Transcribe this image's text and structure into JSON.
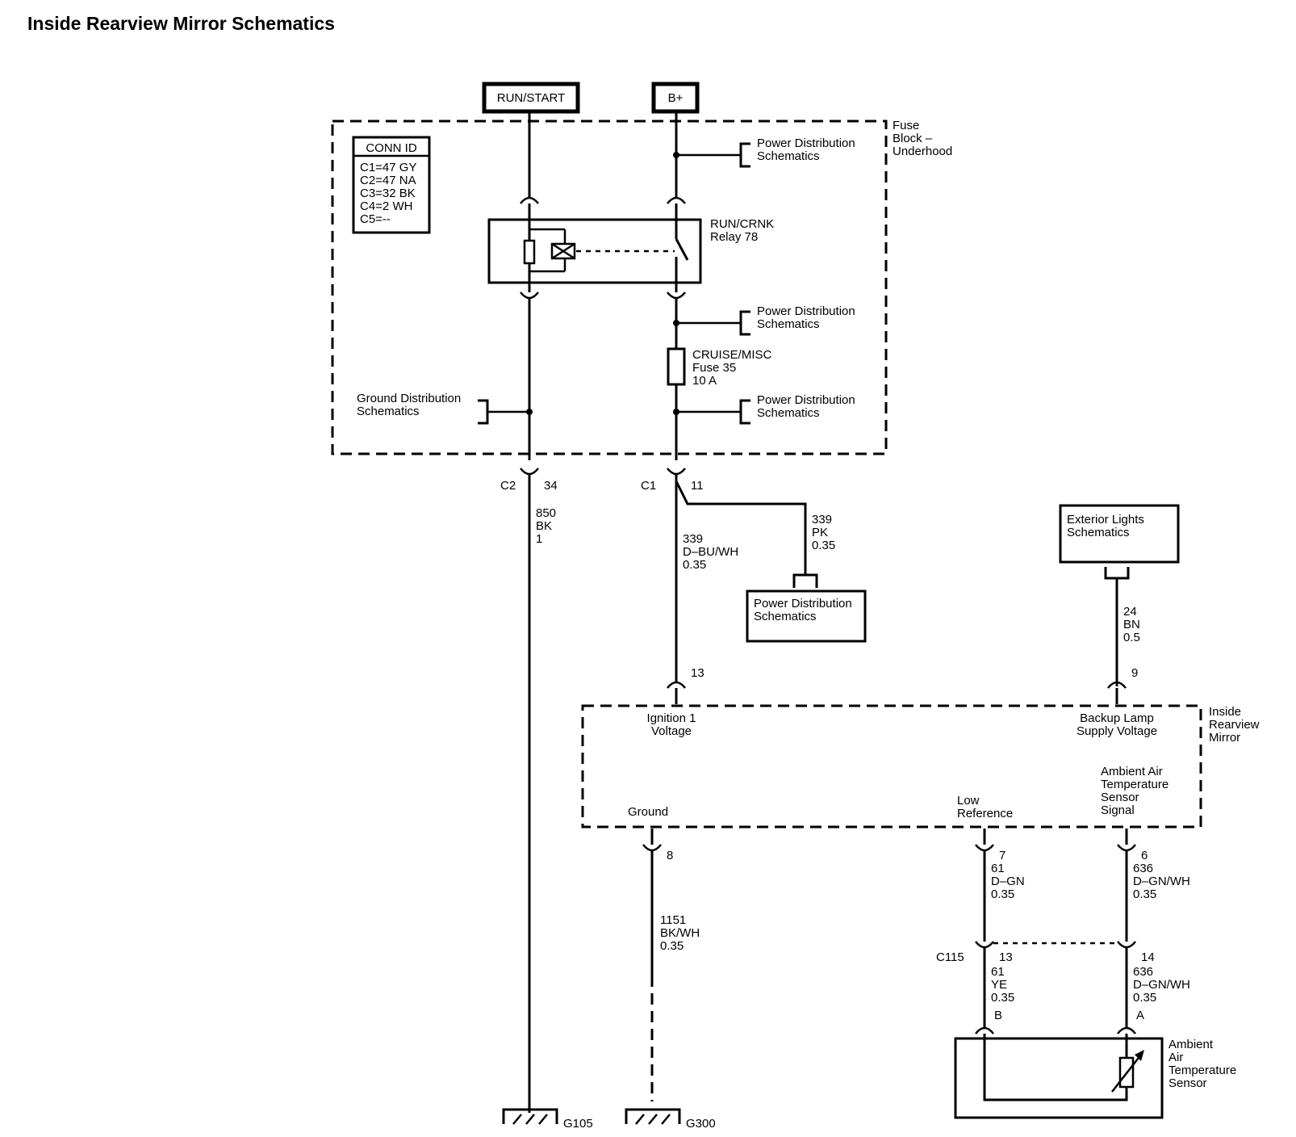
{
  "title": "Inside Rearview Mirror Schematics",
  "sources": {
    "run_start": "RUN/START",
    "bplus": "B+"
  },
  "fuse_block": {
    "label": [
      "Fuse",
      "Block –",
      "Underhood"
    ]
  },
  "conn_id": {
    "header": "CONN ID",
    "rows": [
      "C1=47 GY",
      "C2=47 NA",
      "C3=32 BK",
      "C4=2 WH",
      "C5=--"
    ]
  },
  "power_dist_label": [
    "Power Distribution",
    "Schematics"
  ],
  "ground_dist_label": [
    "Ground Distribution",
    "Schematics"
  ],
  "relay": {
    "label": [
      "RUN/CRNK",
      "Relay 78"
    ]
  },
  "fuse": {
    "label": [
      "CRUISE/MISC",
      "Fuse 35",
      "10 A"
    ]
  },
  "connectors": {
    "c2": "C2",
    "c2_pin": "34",
    "c1": "C1",
    "c1_pin": "11",
    "c115": "C115"
  },
  "wires": {
    "w850": [
      "850",
      "BK",
      "1"
    ],
    "w339_main": [
      "339",
      "D–BU/WH",
      "0.35"
    ],
    "w339_branch": [
      "339",
      "PK",
      "0.35"
    ],
    "w24": [
      "24",
      "BN",
      "0.5"
    ],
    "w1151": [
      "1151",
      "BK/WH",
      "0.35"
    ],
    "w61_upper": [
      "61",
      "D–GN",
      "0.35"
    ],
    "w636_upper": [
      "636",
      "D–GN/WH",
      "0.35"
    ],
    "w61_lower": [
      "61",
      "YE",
      "0.35"
    ],
    "w636_lower": [
      "636",
      "D–GN/WH",
      "0.35"
    ]
  },
  "exterior_lights": [
    "Exterior Lights",
    "Schematics"
  ],
  "mirror": {
    "label": [
      "Inside",
      "Rearview",
      "Mirror"
    ],
    "pins": {
      "ignition": "13",
      "backup": "9",
      "ground": "8",
      "low_ref": "7",
      "ambient": "6",
      "c115_low": "13",
      "c115_amb": "14",
      "sensor_b": "B",
      "sensor_a": "A"
    },
    "ignition_label": [
      "Ignition 1",
      "Voltage"
    ],
    "backup_label": [
      "Backup Lamp",
      "Supply Voltage"
    ],
    "ground_label": "Ground",
    "low_ref_label": [
      "Low",
      "Reference"
    ],
    "ambient_label": [
      "Ambient Air",
      "Temperature",
      "Sensor",
      "Signal"
    ]
  },
  "sensor": {
    "label": [
      "Ambient",
      "Air",
      "Temperature",
      "Sensor"
    ]
  },
  "grounds": {
    "g105": "G105",
    "g300": "G300"
  }
}
